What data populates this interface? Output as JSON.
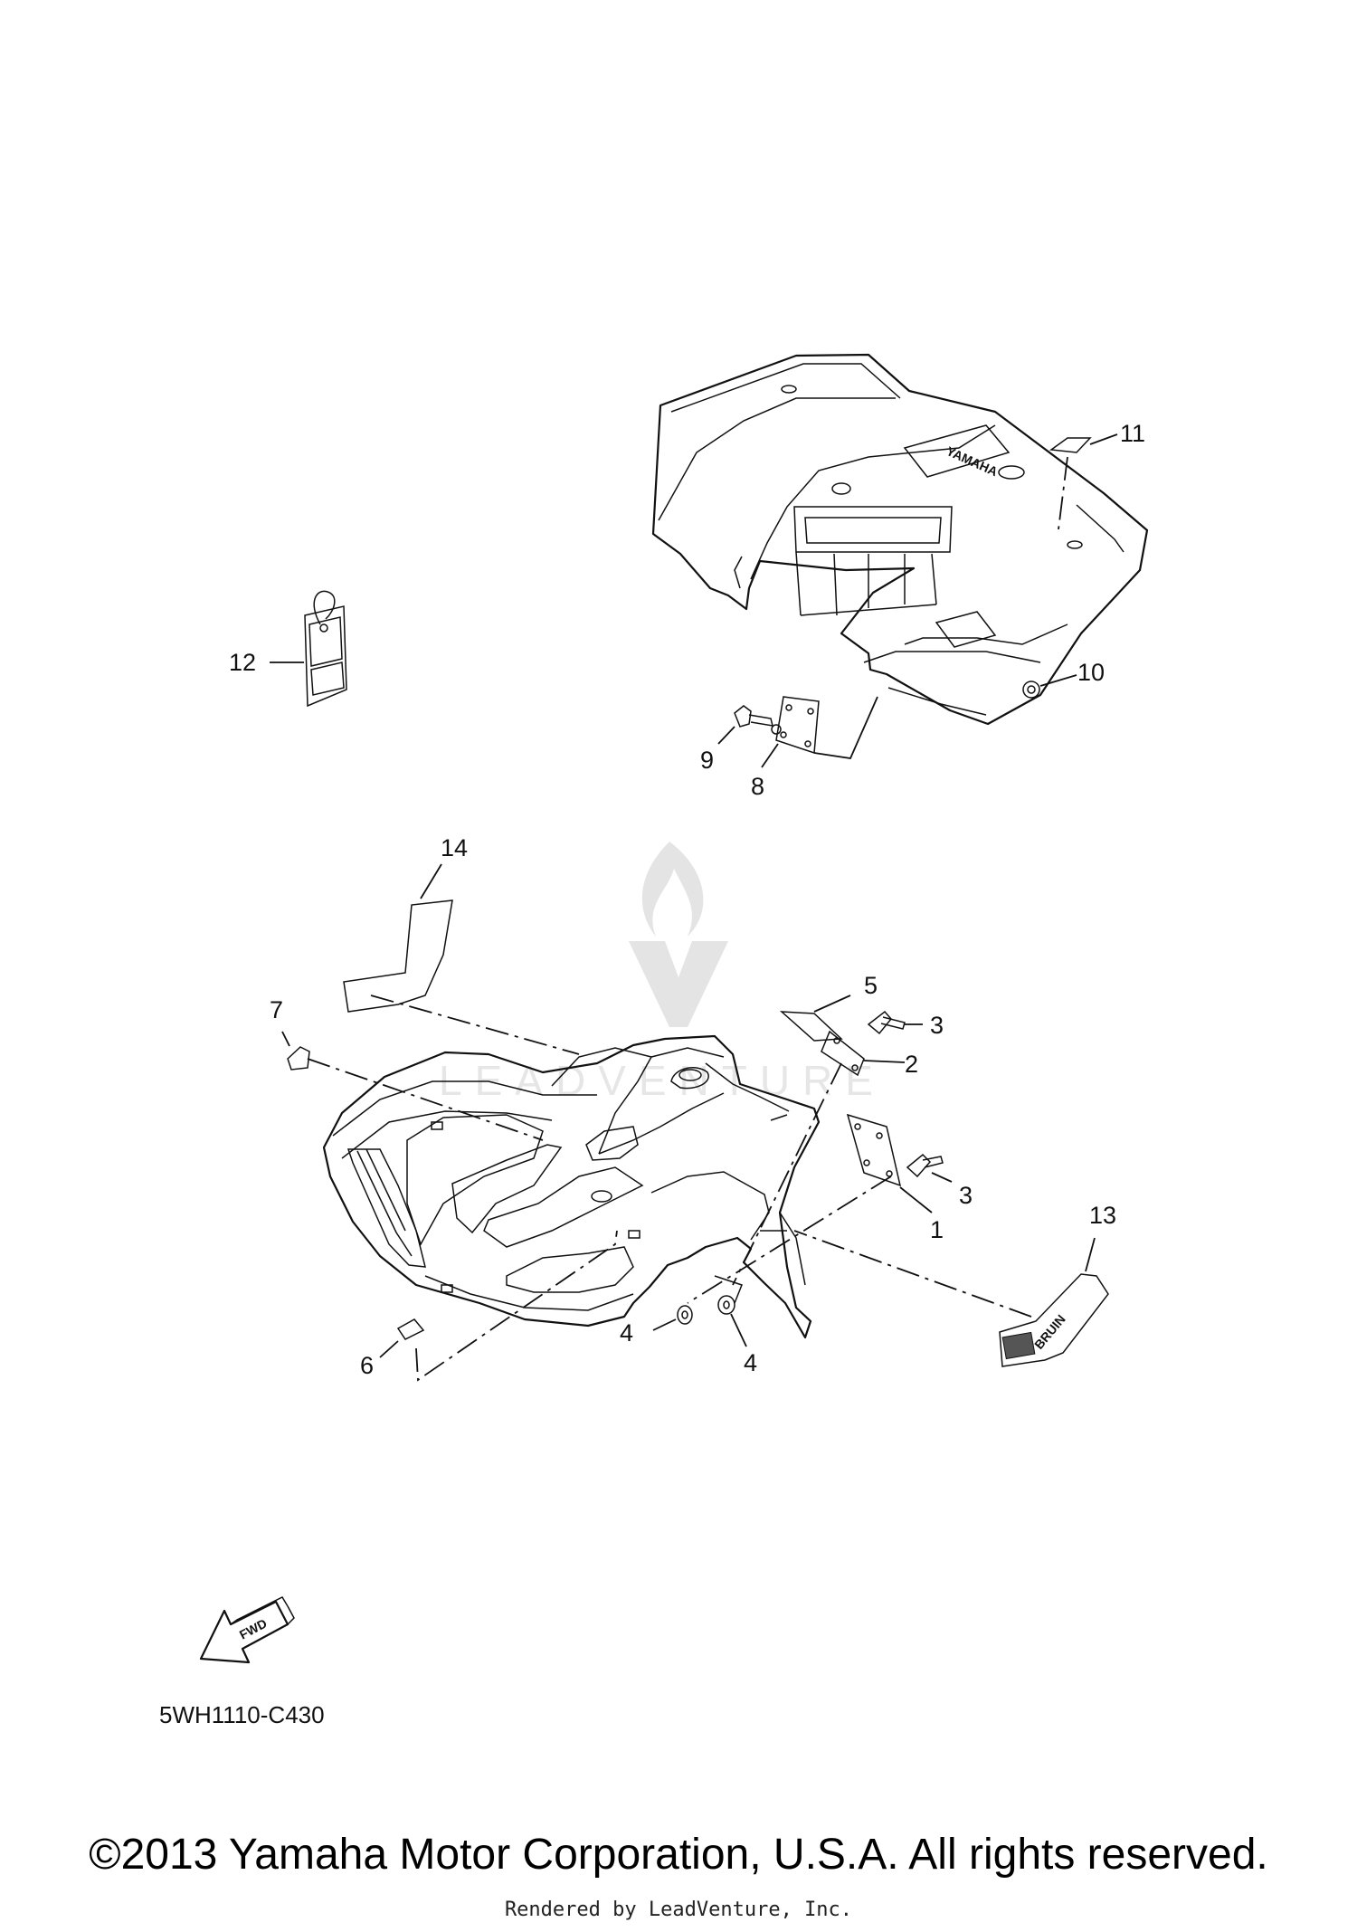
{
  "watermark": {
    "text": "LEADVENTURE"
  },
  "callouts": [
    "1",
    "2",
    "3",
    "3",
    "4",
    "4",
    "5",
    "6",
    "7",
    "8",
    "9",
    "10",
    "11",
    "12",
    "13",
    "14"
  ],
  "decal_text": {
    "bruin": "BRUIN",
    "brand": "YAMAHA",
    "fwd": "FWD"
  },
  "diagram_code": "5WH1110-C430",
  "copyright": "©2013 Yamaha Motor Corporation, U.S.A. All rights reserved.",
  "rendered_by": "Rendered by LeadVenture, Inc."
}
